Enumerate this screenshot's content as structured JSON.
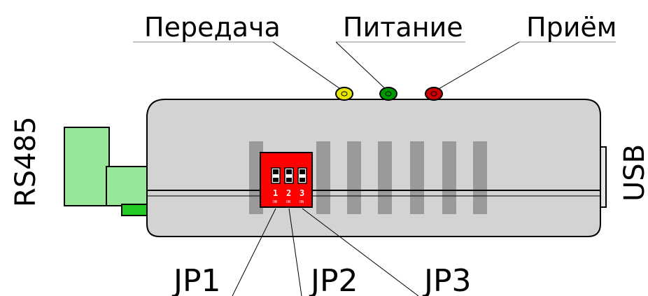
{
  "labels": {
    "tx": "Передача",
    "power": "Питание",
    "rx": "Приём",
    "rs485": "RS485",
    "usb": "USB",
    "jp1": "JP1",
    "jp2": "JP2",
    "jp3": "JP3"
  },
  "dip_switch": {
    "numbers": [
      "1",
      "2",
      "3"
    ],
    "on_marks": [
      "ON",
      "ON",
      "ON"
    ]
  },
  "colors": {
    "body": "#d3d3d3",
    "body_stroke": "#000000",
    "slot": "#9a9a9a",
    "dip": "#ff0000",
    "connector": "#98e698",
    "connector_dark": "#22cc22",
    "led_tx": "#e6e600",
    "led_power": "#009900",
    "led_rx": "#cc0000"
  }
}
